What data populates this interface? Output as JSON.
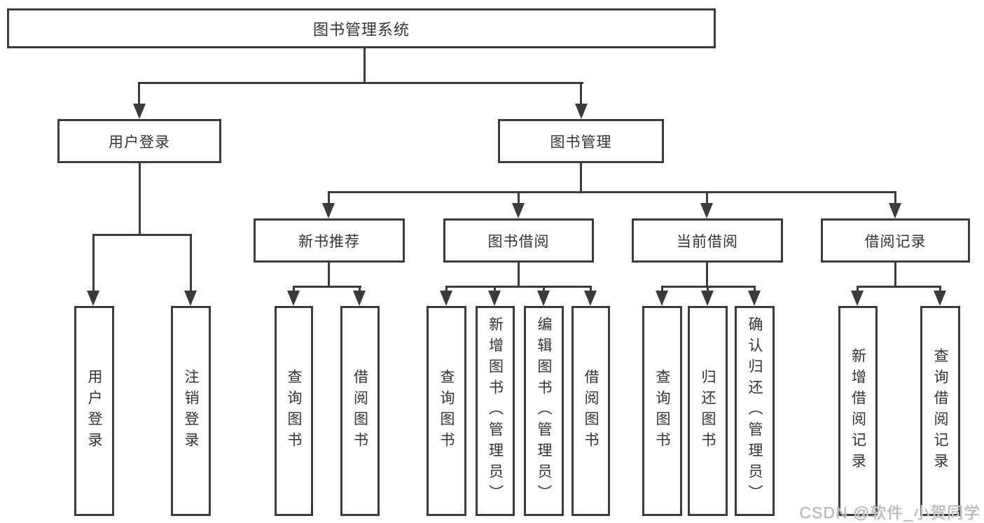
{
  "diagram": {
    "root": "图书管理系统",
    "level1": [
      "用户登录",
      "图书管理"
    ],
    "level2": [
      "新书推荐",
      "图书借阅",
      "当前借阅",
      "借阅记录"
    ],
    "level3": {
      "user_login": [
        "用户登录",
        "注销登录"
      ],
      "new_book_recommend": [
        "查询图书",
        "借阅图书"
      ],
      "book_borrow": [
        "查询图书",
        "新增图书（管理员）",
        "编辑图书（管理员）",
        "借阅图书"
      ],
      "current_borrow": [
        "查询图书",
        "归还图书",
        "确认归还（管理员）"
      ],
      "borrow_record": [
        "新增借阅记录",
        "查询借阅记录"
      ]
    },
    "watermark": "CSDN @软件_小贺同学",
    "colors": {
      "line": "#3b3b3b",
      "text": "#333333",
      "watermark": "#b5b5b5",
      "background": "#ffffff"
    }
  }
}
